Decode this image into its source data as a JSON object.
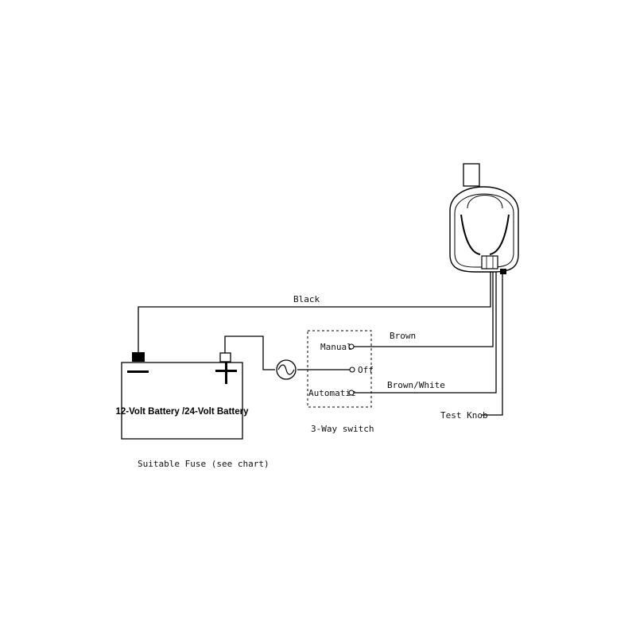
{
  "battery": {
    "label": "12-Volt Battery /24-Volt Battery",
    "negative_symbol": "minus-icon",
    "positive_symbol": "plus-icon"
  },
  "fuse": {
    "label": "Suitable Fuse (see chart)",
    "symbol": "fuse-icon"
  },
  "switch": {
    "label": "3-Way switch",
    "positions": {
      "manual": "Manual",
      "off": "Off",
      "automatic": "Automatic"
    }
  },
  "wires": {
    "black": "Black",
    "brown": "Brown",
    "brown_white": "Brown/White"
  },
  "pump": {
    "symbol": "bilge-pump-icon",
    "test_knob": "Test Knob"
  }
}
